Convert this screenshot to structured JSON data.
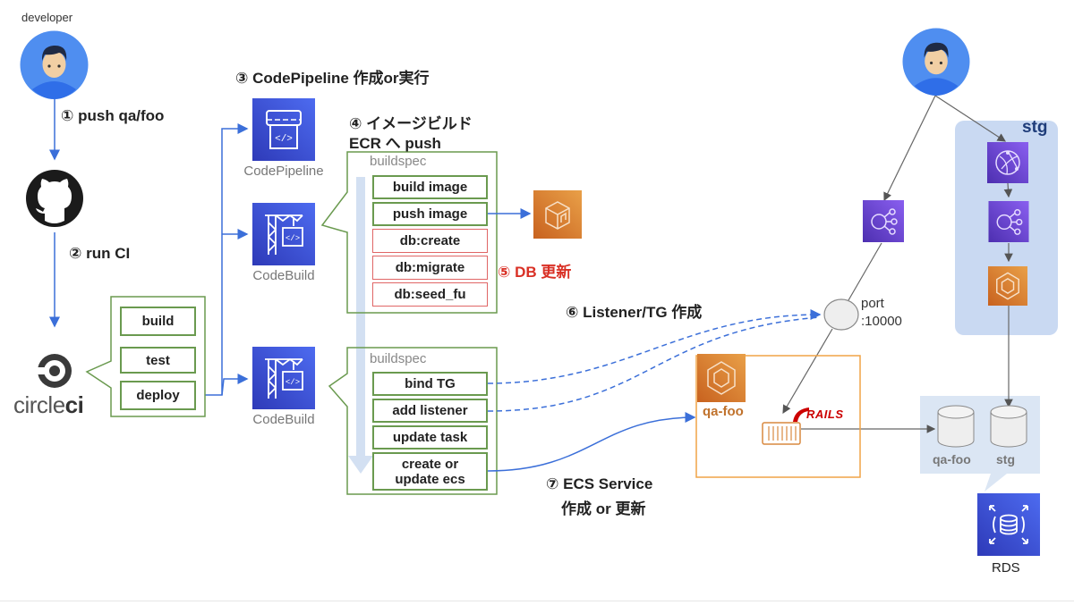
{
  "actors": {
    "developer_label": "developer"
  },
  "steps": {
    "s1": "① push qa/foo",
    "s2": "② run CI",
    "s3": "③ CodePipeline 作成or実行",
    "s4_line1": "④ イメージビルド",
    "s4_line2": "ECR へ push",
    "s5": "⑤ DB 更新",
    "s6": "⑥ Listener/TG 作成",
    "s7_line1": "⑦ ECS Service",
    "s7_line2": "作成 or 更新"
  },
  "circleci": {
    "logo_text_light": "circle",
    "logo_text_bold": "ci",
    "jobs": [
      "build",
      "test",
      "deploy"
    ]
  },
  "services": {
    "codepipeline": "CodePipeline",
    "codebuild_1": "CodeBuild",
    "codebuild_2": "CodeBuild",
    "rds": "RDS"
  },
  "buildspec_1": {
    "title": "buildspec",
    "tasks": [
      "build image",
      "push image"
    ],
    "db_tasks": [
      "db:create",
      "db:migrate",
      "db:seed_fu"
    ]
  },
  "buildspec_2": {
    "title": "buildspec",
    "tasks": [
      "bind TG",
      "add listener",
      "update task",
      "create or\nupdate ecs"
    ]
  },
  "listener": {
    "port_line1": "port",
    "port_line2": ":10000"
  },
  "ecs_service": {
    "name": "qa-foo",
    "framework_badge": "RAILS"
  },
  "stg": {
    "label": "stg"
  },
  "databases": [
    "qa-foo",
    "stg"
  ],
  "colors": {
    "aws_purple": "#5a3fc0",
    "aws_blue": "#3b48cc",
    "aws_orange": "#d8782e",
    "arrow_blue": "#3b6fd9",
    "green_border": "#6a9a4f",
    "red_border": "#e06666",
    "stg_panel": "#c9d9f2",
    "rails_red": "#cc0000"
  }
}
